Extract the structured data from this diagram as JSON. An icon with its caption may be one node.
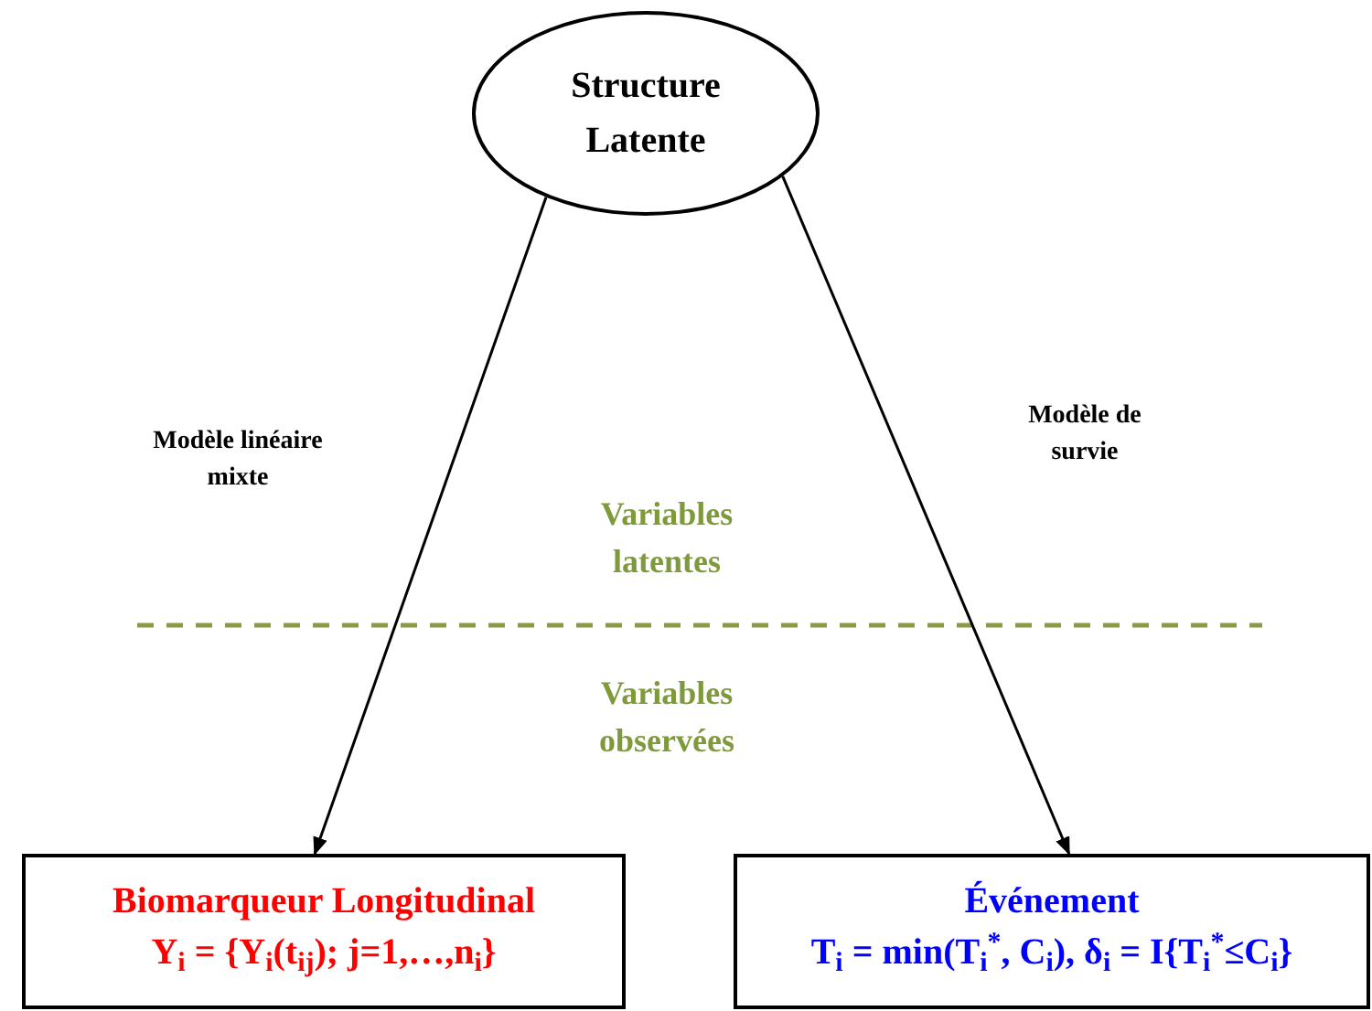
{
  "diagram": {
    "nodes": [
      {
        "text": [
          "Structure Latente"
        ]
      },
      {
        "text": [
          "Biomarqueur Longitudinal",
          "Y$_{i}$ = {Y$_{i}$(t$_{ij}$); j=1,…,n$_{i}$}"
        ]
      },
      {
        "text": [
          "Événement",
          "T$_{i}$ = min(T$_{i}$$^{*}$, C$_{i}$), δ$_{i}$ = I{T$_{i}$$^{*}$≤C$_{i}$}"
        ]
      }
    ],
    "edges": [
      {
        "from": 0,
        "to": 1,
        "arrow": "to",
        "label": "Modèle linéaire mixte"
      },
      {
        "from": 0,
        "to": 2,
        "arrow": "to",
        "label": "Modèle de survie"
      }
    ],
    "labels": [
      "Variables latentes",
      "Variables observées"
    ]
  }
}
